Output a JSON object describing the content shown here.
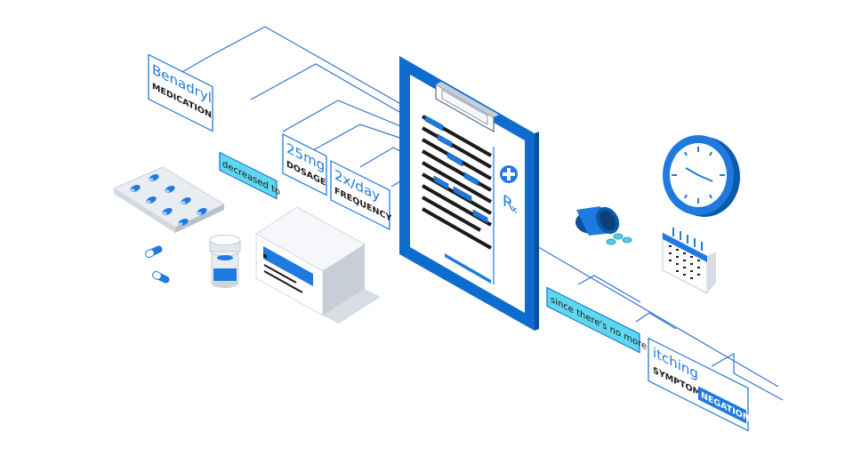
{
  "labels": {
    "benadryl": {
      "word": "Benadryl",
      "tag": "MEDICATION"
    },
    "decreased": {
      "word": "decreased to"
    },
    "dosage": {
      "word": "25mg",
      "tag": "DOSAGE"
    },
    "frequency": {
      "word": "2x/day",
      "tag": "FREQUENCY"
    },
    "since": {
      "word": "since there's no more"
    },
    "itching": {
      "word": "itching",
      "tag": "SYMPTOM",
      "tag2": "NEGATION"
    }
  },
  "clipboard": {
    "rx_symbol": "R",
    "rx_sub": "x"
  },
  "colors": {
    "primary_blue": "#0f6ccf",
    "dark_blue": "#0a5aa8",
    "light_blue": "#cfe6fb",
    "cyan_highlight": "#5fd7ee",
    "text_dark": "#1a1a1a",
    "line_blue": "#2a6fd1"
  }
}
